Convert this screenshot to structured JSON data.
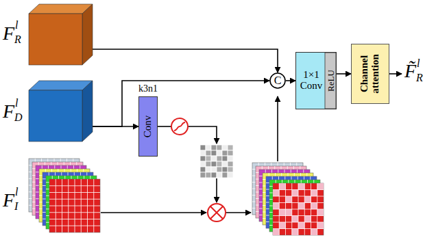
{
  "diagram": {
    "nodes": [
      {
        "text": [
          "F",
          "l",
          "R"
        ]
      },
      {
        "text": [
          "F",
          "l",
          "D"
        ]
      },
      {
        "text": [
          "F",
          "l",
          "I"
        ]
      },
      {
        "text": [
          "k3n1",
          "Conv"
        ]
      },
      {
        "text": [
          "C"
        ]
      },
      {
        "text": [
          "1×1 Conv",
          "ReLU"
        ]
      },
      {
        "text": [
          "Channel attention"
        ]
      }
    ],
    "edges": [
      {
        "from": 0,
        "to": 4,
        "arrow": "to"
      },
      {
        "from": 1,
        "to": 4,
        "arrow": "to"
      },
      {
        "from": 1,
        "to": 3,
        "arrow": "to"
      },
      {
        "from": 4,
        "to": 5,
        "arrow": "to"
      },
      {
        "from": 5,
        "to": 6,
        "arrow": "to"
      }
    ],
    "labels": [
      "F̃",
      "l",
      "R"
    ]
  }
}
